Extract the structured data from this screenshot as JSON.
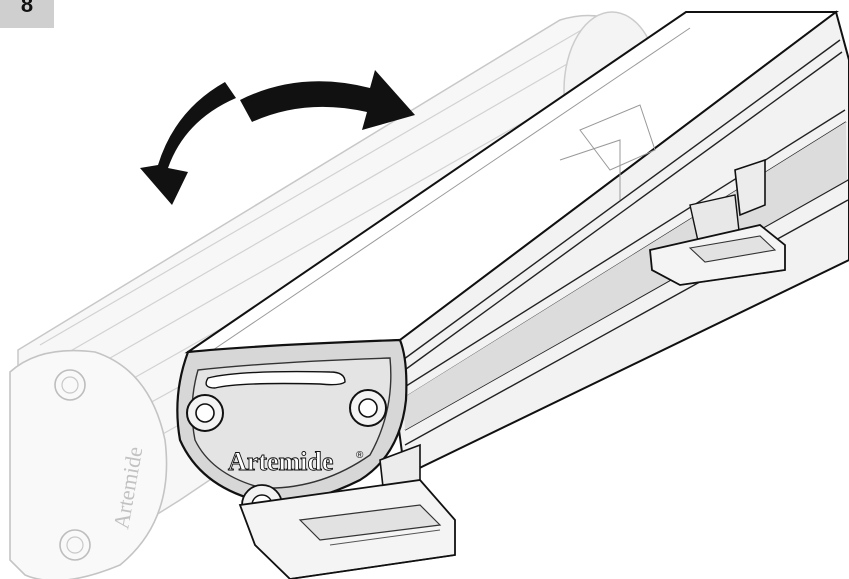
{
  "step": {
    "number": "8"
  },
  "figure": {
    "brand_front": "Artemide",
    "brand_ghost": "Artemide",
    "registered_mark": "®"
  },
  "colors": {
    "badge_bg": "#cfcfcf",
    "stroke": "#111111",
    "ghost_stroke": "#c8c8c8",
    "ghost_fill": "#f6f6f6",
    "body_light": "#f0f0f0",
    "body_mid": "#d9d9d9",
    "arrow": "#111111"
  },
  "icons": {
    "rotation": "curved-double-arrow-icon"
  }
}
